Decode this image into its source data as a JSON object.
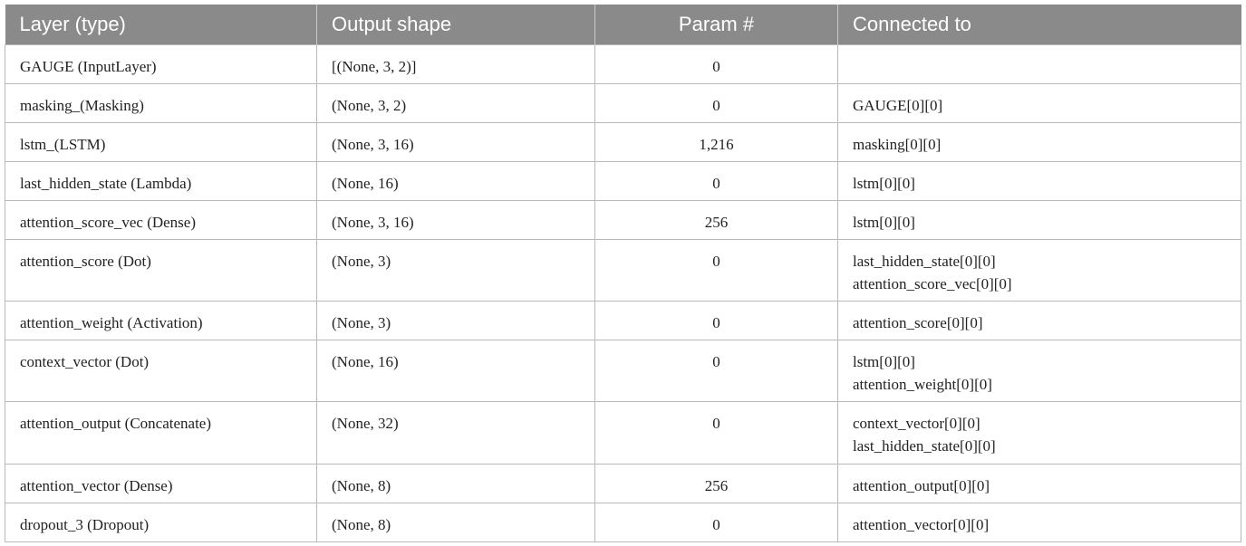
{
  "headers": [
    "Layer (type)",
    "Output shape",
    "Param #",
    "Connected to"
  ],
  "rows": [
    {
      "layer": "GAUGE (InputLayer)",
      "shape": "[(None, 3, 2)]",
      "params": "0",
      "connected": []
    },
    {
      "layer": "masking_(Masking)",
      "shape": "(None, 3, 2)",
      "params": "0",
      "connected": [
        "GAUGE[0][0]"
      ]
    },
    {
      "layer": "lstm_(LSTM)",
      "shape": "(None, 3, 16)",
      "params": "1,216",
      "connected": [
        "masking[0][0]"
      ]
    },
    {
      "layer": "last_hidden_state (Lambda)",
      "shape": "(None, 16)",
      "params": "0",
      "connected": [
        "lstm[0][0]"
      ]
    },
    {
      "layer": "attention_score_vec (Dense)",
      "shape": "(None, 3, 16)",
      "params": "256",
      "connected": [
        "lstm[0][0]"
      ]
    },
    {
      "layer": "attention_score (Dot)",
      "shape": "(None, 3)",
      "params": "0",
      "connected": [
        "last_hidden_state[0][0]",
        "attention_score_vec[0][0]"
      ]
    },
    {
      "layer": "attention_weight (Activation)",
      "shape": "(None, 3)",
      "params": "0",
      "connected": [
        "attention_score[0][0]"
      ]
    },
    {
      "layer": "context_vector (Dot)",
      "shape": "(None, 16)",
      "params": "0",
      "connected": [
        "lstm[0][0]",
        "attention_weight[0][0]"
      ]
    },
    {
      "layer": "attention_output (Concatenate)",
      "shape": "(None, 32)",
      "params": "0",
      "connected": [
        "context_vector[0][0]",
        "last_hidden_state[0][0]"
      ]
    },
    {
      "layer": "attention_vector (Dense)",
      "shape": "(None, 8)",
      "params": "256",
      "connected": [
        "attention_output[0][0]"
      ]
    },
    {
      "layer": "dropout_3 (Dropout)",
      "shape": "(None, 8)",
      "params": "0",
      "connected": [
        "attention_vector[0][0]"
      ]
    }
  ]
}
